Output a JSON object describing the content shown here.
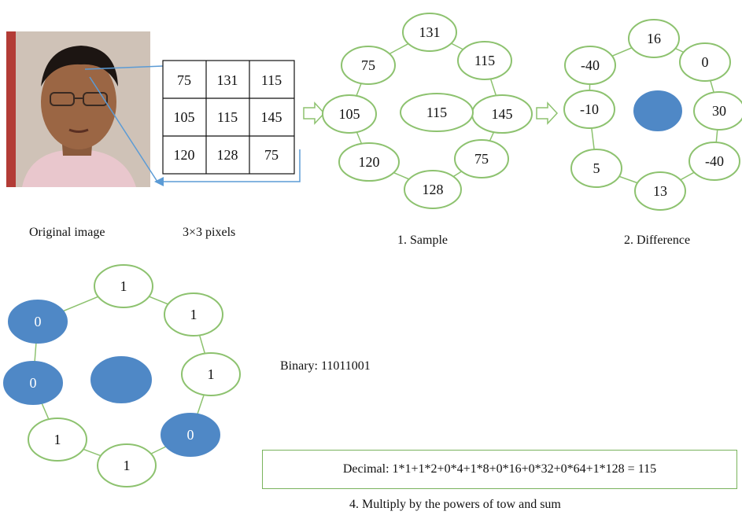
{
  "captions": {
    "original": "Original image",
    "pixels": "3×3 pixels",
    "sample": "1. Sample",
    "difference": "2. Difference",
    "binary": "Binary: 11011001",
    "decimal": "Decimal: 1*1+1*2+0*4+1*8+0*16+0*32+0*64+1*128 = 115",
    "multiply": "4. Multiply by the powers of tow and sum"
  },
  "grid": [
    [
      "75",
      "131",
      "115"
    ],
    [
      "105",
      "115",
      "145"
    ],
    [
      "120",
      "128",
      "75"
    ]
  ],
  "sample": {
    "ring": [
      "131",
      "115",
      "145",
      "75",
      "128",
      "120",
      "105",
      "75"
    ],
    "center": "115"
  },
  "difference": {
    "ring": [
      "16",
      "0",
      "30",
      "-40",
      "13",
      "5",
      "-10",
      "-40"
    ]
  },
  "binary": {
    "ring": [
      "1",
      "1",
      "1",
      "0",
      "1",
      "1",
      "0",
      "0"
    ]
  },
  "colors": {
    "node_border": "#8dc26f",
    "filled": "#4f88c6",
    "line": "#5b9bd5",
    "link": "#8dc26f"
  }
}
